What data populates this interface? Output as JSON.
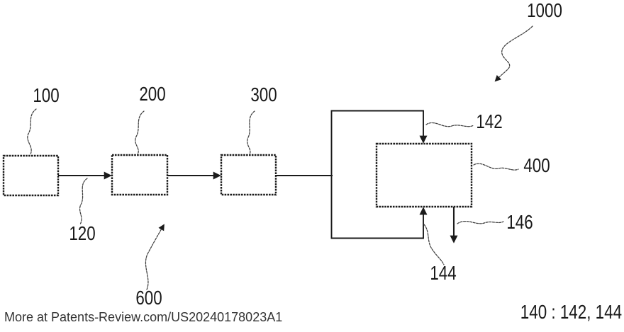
{
  "diagram": {
    "type": "patent-block-diagram",
    "reference_labels": {
      "n100": "100",
      "n200": "200",
      "n300": "300",
      "n400": "400",
      "n120": "120",
      "n142": "142",
      "n144": "144",
      "n146": "146",
      "n600": "600",
      "n1000": "1000"
    },
    "blocks": [
      "100",
      "200",
      "300",
      "400"
    ],
    "flow": [
      "100 -> 200 (120)",
      "200 -> 300",
      "300 -> loop",
      "loop -> 400 top (142)",
      "loop -> 400 bottom (144)",
      "400 -> out (146)"
    ],
    "legend_note": "140 : 142, 144",
    "colors": {
      "line": "#1b1b1b",
      "leader": "#3d3d3d",
      "background": "#ffffff",
      "watermark_text": "#333333"
    }
  },
  "watermark": {
    "text": "More at Patents-Review.com/US20240178023A1"
  }
}
